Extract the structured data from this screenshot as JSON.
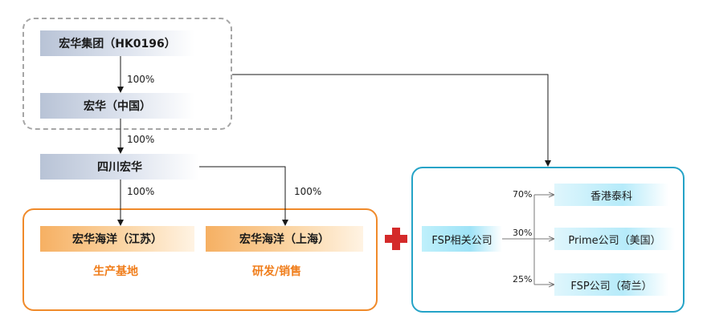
{
  "nodes": {
    "group": "宏华集团（HK0196）",
    "china": "宏华（中国）",
    "sichuan": "四川宏华",
    "jiangsu": "宏华海洋（江苏）",
    "shanghai": "宏华海洋（上海）",
    "fsp": "FSP相关公司",
    "hk": "香港泰科",
    "prime": "Prime公司（美国）",
    "fsp_nl": "FSP公司（荷兰）"
  },
  "percentages": {
    "group_to_china": "100%",
    "china_to_sichuan": "100%",
    "sichuan_to_jiangsu": "100%",
    "sichuan_to_shanghai": "100%",
    "fsp_to_hk": "70%",
    "fsp_to_prime": "30%",
    "fsp_to_nl": "25%"
  },
  "captions": {
    "jiangsu_role": "生产基地",
    "shanghai_role": "研发/销售"
  },
  "plus_icon": "red-cross",
  "colors": {
    "orange": "#f08a2a",
    "blue": "#24a3c7",
    "red": "#d42a2a",
    "caption": "#f07d1a"
  }
}
